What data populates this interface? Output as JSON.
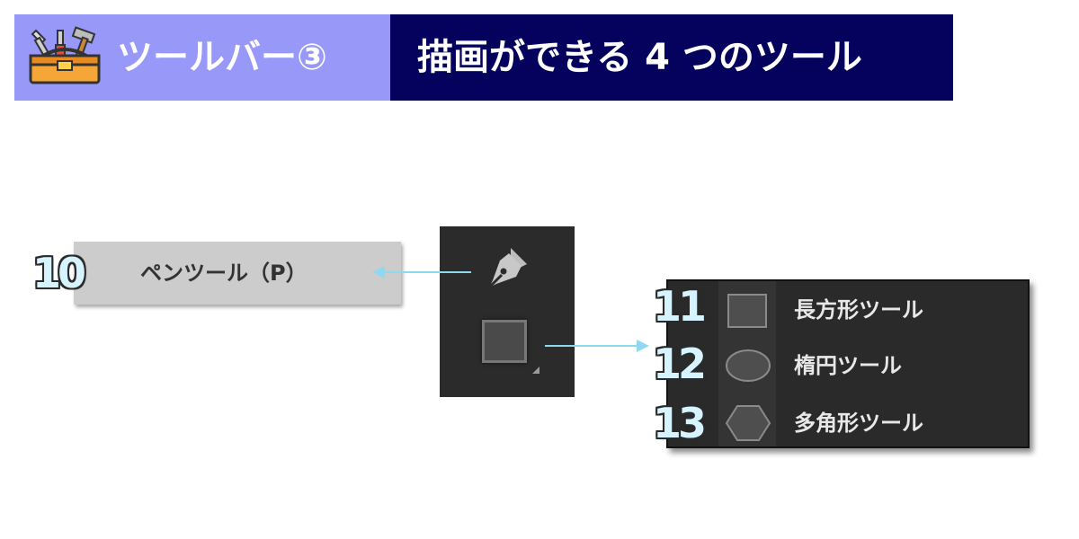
{
  "header": {
    "title": "ツールバー③",
    "subtitle": "描画ができる 4 つのツール",
    "icon": "toolbox-icon",
    "colors": {
      "left_bg": "#9898f8",
      "right_bg": "#04025c",
      "text": "#ffffff"
    }
  },
  "pen_tool": {
    "number": "10",
    "label": "ペンツール（P）",
    "icon": "pen-icon"
  },
  "toolbar": {
    "icons": [
      "pen-icon",
      "rectangle-tool-icon"
    ]
  },
  "flyout": {
    "items": [
      {
        "number": "11",
        "label": "長方形ツール",
        "icon": "rectangle-icon"
      },
      {
        "number": "12",
        "label": "楕円ツール",
        "icon": "ellipse-icon"
      },
      {
        "number": "13",
        "label": "多角形ツール",
        "icon": "polygon-icon"
      }
    ]
  },
  "colors": {
    "arrow": "#8fd8f0",
    "number_fill": "#d6f4ff",
    "toolbar_bg": "#2b2b2b",
    "label_bg": "#cccccc"
  }
}
